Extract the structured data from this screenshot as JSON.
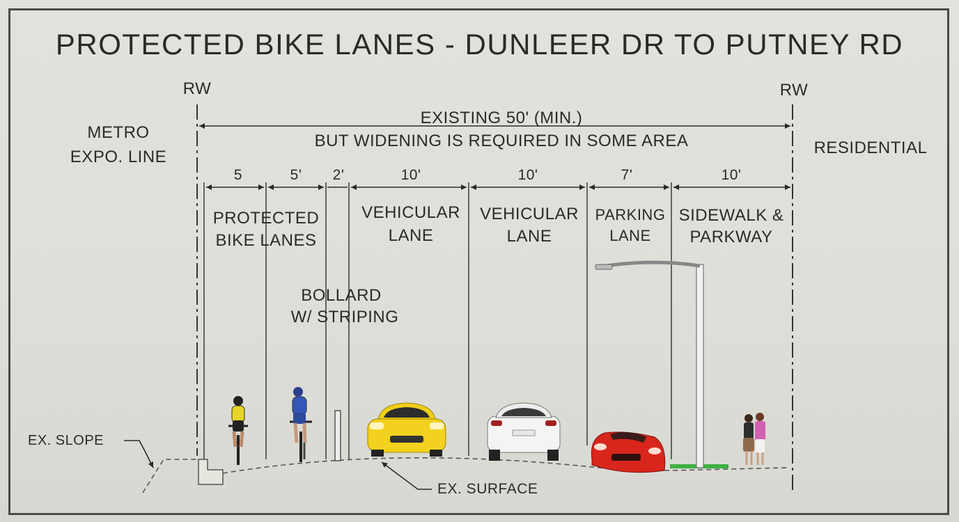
{
  "title": "PROTECTED BIKE LANES - DUNLEER DR TO PUTNEY RD",
  "rw_left": "RW",
  "rw_right": "RW",
  "row_width": {
    "line1": "EXISTING  50' (MIN.)",
    "line2": "BUT WIDENING IS REQUIRED IN SOME AREA"
  },
  "side_left": {
    "line1": "METRO",
    "line2": "EXPO. LINE"
  },
  "side_right": "RESIDENTIAL",
  "segments": [
    {
      "width": "5"
    },
    {
      "width": "5'"
    },
    {
      "width": "2'"
    },
    {
      "width": "10'"
    },
    {
      "width": "10'"
    },
    {
      "width": "7'"
    },
    {
      "width": "10'"
    }
  ],
  "lane_labels": {
    "bike": {
      "line1": "PROTECTED",
      "line2": "BIKE LANES"
    },
    "vehicular1": {
      "line1": "VEHICULAR",
      "line2": "LANE"
    },
    "vehicular2": {
      "line1": "VEHICULAR",
      "line2": "LANE"
    },
    "parking": {
      "line1": "PARKING",
      "line2": "LANE"
    },
    "sidewalk": {
      "line1": "SIDEWALK &",
      "line2": "PARKWAY"
    }
  },
  "bollard": {
    "line1": "BOLLARD",
    "line2": "W/ STRIPING"
  },
  "callouts": {
    "slope": "EX. SLOPE",
    "surface": "EX. SURFACE"
  },
  "colors": {
    "ink": "#2a2a2a",
    "yellow_car": "#f2d21e",
    "white_car": "#f4f4f4",
    "red_car": "#d9261c",
    "grass": "#3cb043"
  }
}
